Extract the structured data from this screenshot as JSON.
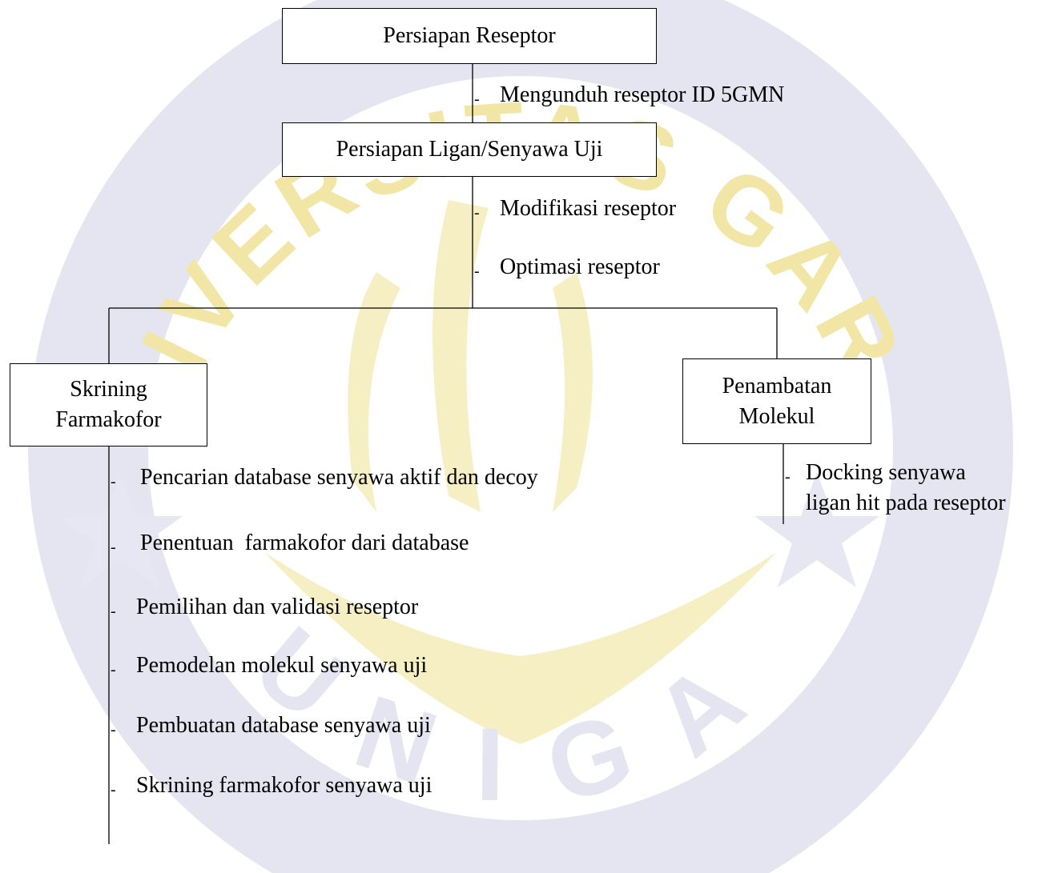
{
  "boxes": {
    "receptor_prep": "Persiapan Reseptor",
    "ligand_prep": "Persiapan Ligan/Senyawa Uji",
    "pharmacophore": "Skrining\nFarmakofor",
    "docking": "Penambatan\nMolekul"
  },
  "steps": {
    "receptor": [
      "Mengunduh reseptor ID 5GMN"
    ],
    "ligand": [
      "Modifikasi reseptor",
      "Optimasi reseptor"
    ],
    "pharmacophore": [
      "Pencarian database senyawa aktif dan decoy",
      "Penentuan  farmakofor dari database",
      "Pemilihan dan validasi reseptor",
      "Pemodelan molekul senyawa uji",
      "Pembuatan database senyawa uji",
      "Skrining farmakofor senyawa uji"
    ],
    "docking": [
      "Docking senyawa\nligan hit pada reseptor"
    ]
  },
  "tick_glyph": "-",
  "watermark": {
    "text_top": "UNIVERSITAS GARUT",
    "text_bottom": "UNIGA",
    "color": "#f2e6a6",
    "ring_color": "#dfe0ef"
  }
}
